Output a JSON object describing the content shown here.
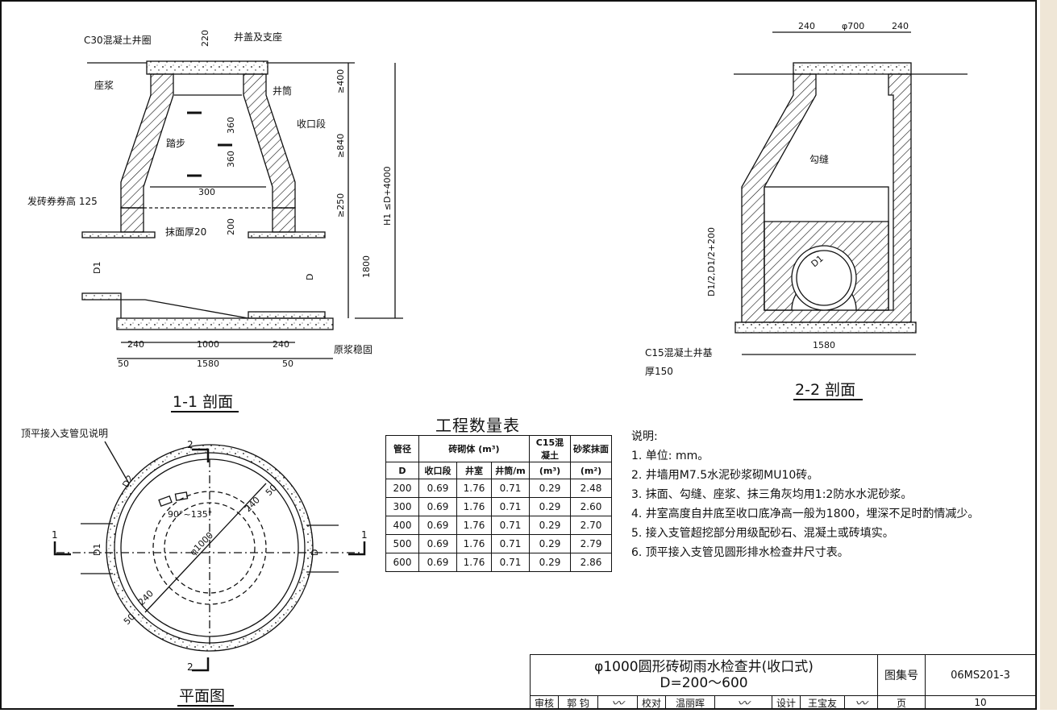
{
  "labels": {
    "c30_ring": "C30混凝土井圈",
    "cover_support": "井盖及支座",
    "seat_mortar": "座浆",
    "shaft": "井筒",
    "reducing_section": "收口段",
    "step": "踏步",
    "arch_brick": "发砖券券高 125",
    "plaster_thickness": "抹面厚20",
    "original_soil": "原浆稳固",
    "pointing": "勾缝",
    "c15_base": "C15混凝土井基",
    "base_thickness": "厚150",
    "top_flush_branch": "顶平接入支管见说明"
  },
  "dimensions": {
    "d220": "220",
    "d400": "≥400",
    "d360a": "360",
    "d360b": "360",
    "d840": "≥840",
    "d250": "≥250",
    "d300": "300",
    "d200": "200",
    "d1800": "1800",
    "h1": "H1 ≤D+4000",
    "d240a": "240",
    "d1000": "1000",
    "d240b": "240",
    "d50a": "50",
    "d1580a": "1580",
    "d50b": "50",
    "top240a": "240",
    "topPhi700": "φ700",
    "top240b": "240",
    "d1580b": "1580",
    "dsplit": "D1/2,D1/2+200",
    "pipe_d1": "D1",
    "pipe_d": "D",
    "plan_d2": "D2",
    "plan_d1": "D1",
    "plan_d": "D",
    "plan_angle": "90°~135°",
    "plan_phi1000": "φ1000",
    "plan_240a": "240",
    "plan_50a": "50",
    "plan_240b": "240",
    "plan_50b": "50",
    "d1_circle": "D1"
  },
  "section_marks": {
    "left_1": "1",
    "right_1": "1",
    "top_2": "2",
    "bottom_2": "2",
    "sec2_top": "2"
  },
  "captions": {
    "section11": "1-1 剖面",
    "section22": "2-2 剖面",
    "plan": "平面图"
  },
  "quantity_table": {
    "title": "工程数量表",
    "header_pipe": "管径",
    "header_d": "D",
    "header_brick": "砖砌体 (m³)",
    "header_c15": "C15混凝土",
    "header_mortar": "砂浆抹面",
    "sub_reduce": "收口段",
    "sub_chamber": "井室",
    "sub_shaft": "井筒/m",
    "unit_c15": "(m³)",
    "unit_mortar": "(m²)",
    "rows": [
      [
        "200",
        "0.69",
        "1.76",
        "0.71",
        "0.29",
        "2.48"
      ],
      [
        "300",
        "0.69",
        "1.76",
        "0.71",
        "0.29",
        "2.60"
      ],
      [
        "400",
        "0.69",
        "1.76",
        "0.71",
        "0.29",
        "2.70"
      ],
      [
        "500",
        "0.69",
        "1.76",
        "0.71",
        "0.29",
        "2.79"
      ],
      [
        "600",
        "0.69",
        "1.76",
        "0.71",
        "0.29",
        "2.86"
      ]
    ]
  },
  "notes": {
    "heading": "说明:",
    "items": [
      "1. 单位: mm。",
      "2. 井墙用M7.5水泥砂浆砌MU10砖。",
      "3. 抹面、勾缝、座浆、抹三角灰均用1:2防水水泥砂浆。",
      "4. 井室高度自井底至收口底净高一般为1800，埋深不足时酌情减少。",
      "5. 接入支管超挖部分用级配砂石、混凝土或砖填实。",
      "6. 顶平接入支管见圆形排水检查井尺寸表。"
    ]
  },
  "title_block": {
    "title_line1": "φ1000圆形砖砌雨水检查井(收口式)",
    "title_line2": "D=200～600",
    "atlas_label": "图集号",
    "atlas_no": "06MS201-3",
    "review": "审核",
    "reviewer": "郭 钧",
    "check": "校对",
    "checker": "温丽晖",
    "design": "设计",
    "designer": "王宝友",
    "page_label": "页",
    "page_no": "10"
  },
  "colors": {
    "ink": "#111111",
    "paper": "#ffffff",
    "edge": "#efe6d6"
  }
}
